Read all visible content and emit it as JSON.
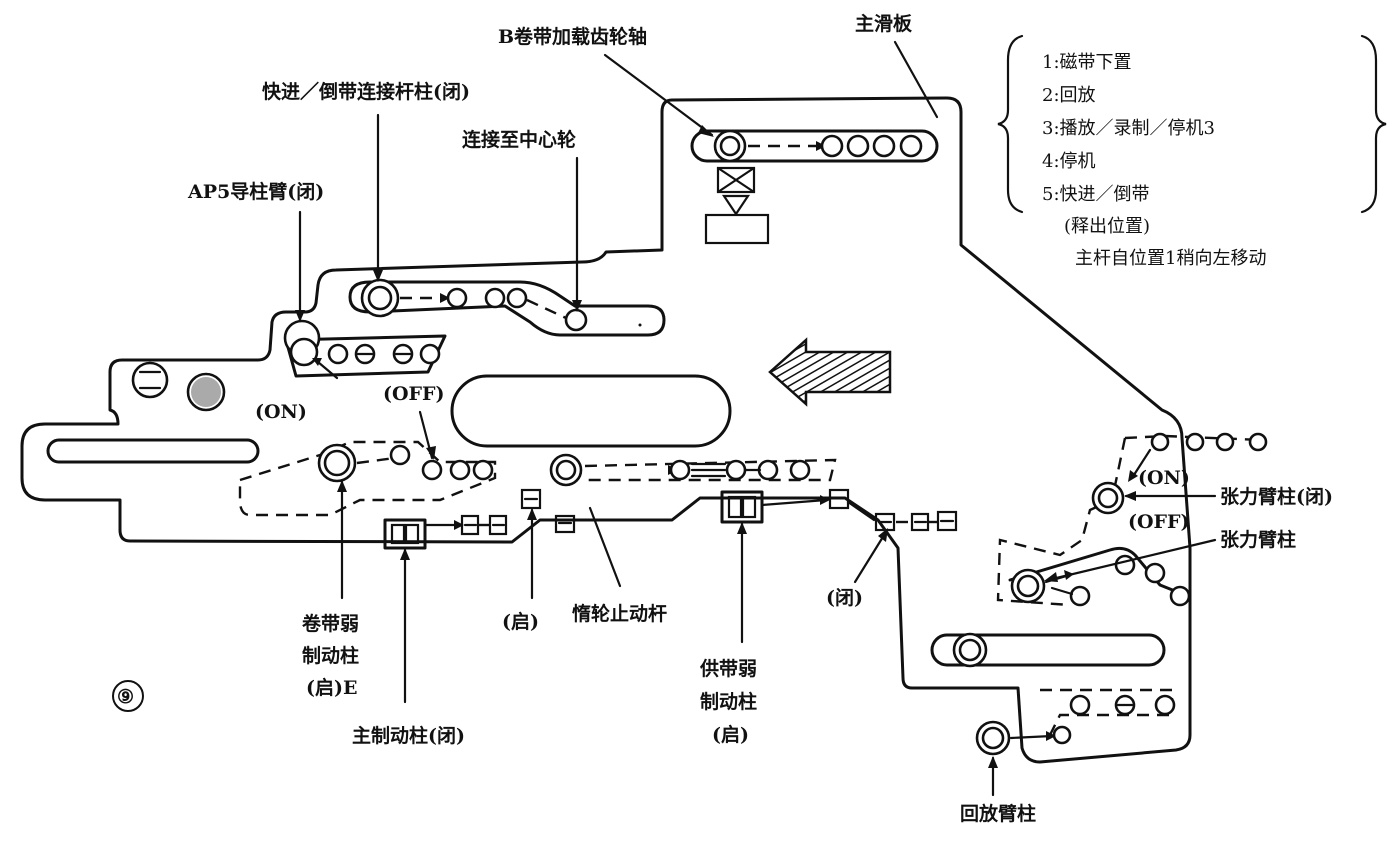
{
  "labels": {
    "b_gear_shaft": "B卷带加载齿轮轴",
    "main_slider": "主滑板",
    "ff_rew_pin": "快进／倒带连接杆柱(闭)",
    "to_center_wheel": "连接至中心轮",
    "ap5_arm": "AP5导柱臂(闭)",
    "on_left": "(ON)",
    "off_left": "(OFF)",
    "takeup_soft_brake": [
      "卷带弱",
      "制动柱",
      "(启)E"
    ],
    "main_brake": "主制动柱(闭)",
    "open_small": "(启)",
    "idler_stop_lever": "惰轮止动杆",
    "supply_soft_brake": [
      "供带弱",
      "制动柱",
      "(启)"
    ],
    "closed_small": "(闭)",
    "on_right": "(ON)",
    "off_right": "(OFF)",
    "tension_arm_pin_closed": "张力臂柱(闭)",
    "tension_arm_pin": "张力臂柱",
    "rewind_arm_pin": "回放臂柱",
    "figure_number": "⑨"
  },
  "positions_legend": {
    "items": [
      "1:磁带下置",
      "2:回放",
      "3:播放／录制／停机3",
      "4:停机",
      "5:快进／倒带"
    ],
    "note_release": "(释出位置)",
    "note_move": "主杆自位置1稍向左移动"
  }
}
